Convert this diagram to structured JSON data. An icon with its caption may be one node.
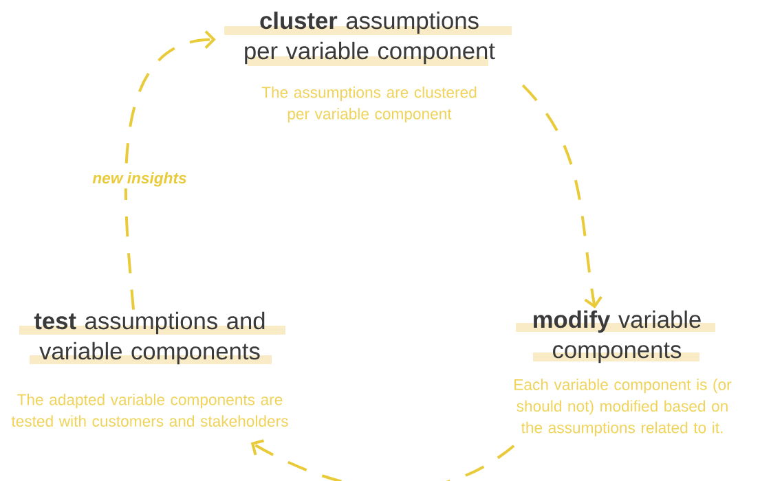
{
  "diagram": {
    "nodes": [
      {
        "text": [
          "**cluster** assumptions per variable component",
          "The assumptions are clustered per variable component"
        ]
      },
      {
        "text": [
          "**modify** variable components",
          "Each variable component is (or should not) modified based on the assumptions related to it."
        ]
      },
      {
        "text": [
          "**test** assumptions and variable components",
          "The adapted variable components are tested with customers and stakeholders"
        ]
      }
    ],
    "edges": [
      {
        "from": 0,
        "to": 1,
        "arrow": "to"
      },
      {
        "from": 1,
        "to": 2,
        "arrow": "to"
      },
      {
        "from": 2,
        "to": 0,
        "arrow": "to",
        "label": "new insights"
      }
    ]
  }
}
